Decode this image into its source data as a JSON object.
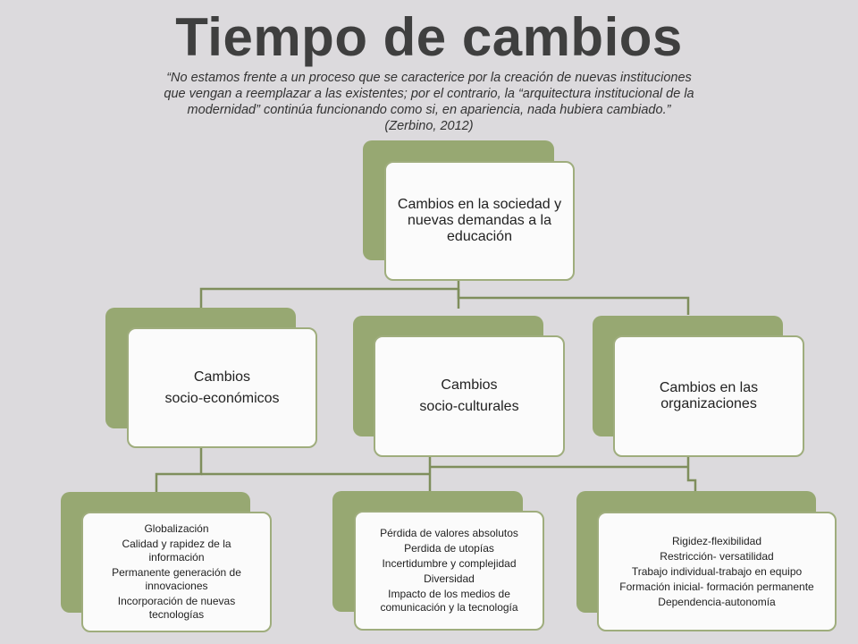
{
  "title": "Tiempo de cambios",
  "quote": {
    "text": "“No estamos frente a un proceso que se caracterice por la creación de nuevas instituciones que vengan a reemplazar a las existentes; por el contrario, la “arquitectura institucional de la modernidad” continúa funcionando como si, en apariencia, nada hubiera cambiado.”",
    "citation": "(Zerbino, 2012)"
  },
  "diagram": {
    "root": {
      "label": "Cambios en la sociedad y nuevas demandas a la educación"
    },
    "branches": [
      {
        "label_lines": [
          "Cambios",
          "socio-económicos"
        ],
        "items": [
          "Globalización",
          "Calidad y rapidez de la información",
          "Permanente generación de innovaciones",
          "Incorporación de nuevas tecnologías"
        ]
      },
      {
        "label_lines": [
          "Cambios",
          "socio-culturales"
        ],
        "items": [
          "Pérdida de valores absolutos",
          "Perdida de utopías",
          "Incertidumbre y complejidad",
          "Diversidad",
          "Impacto de los medios  de comunicación y la tecnología"
        ]
      },
      {
        "label_lines": [
          "Cambios en las organizaciones"
        ],
        "items": [
          "Rigidez-flexibilidad",
          "Restricción- versatilidad",
          "Trabajo individual-trabajo en equipo",
          "Formación inicial- formación permanente",
          "Dependencia-autonomía"
        ]
      }
    ]
  },
  "colors": {
    "accent_green": "#97a872",
    "box_border": "#9fad7d",
    "connector": "#7f8e5c",
    "background": "#dcdadd"
  }
}
